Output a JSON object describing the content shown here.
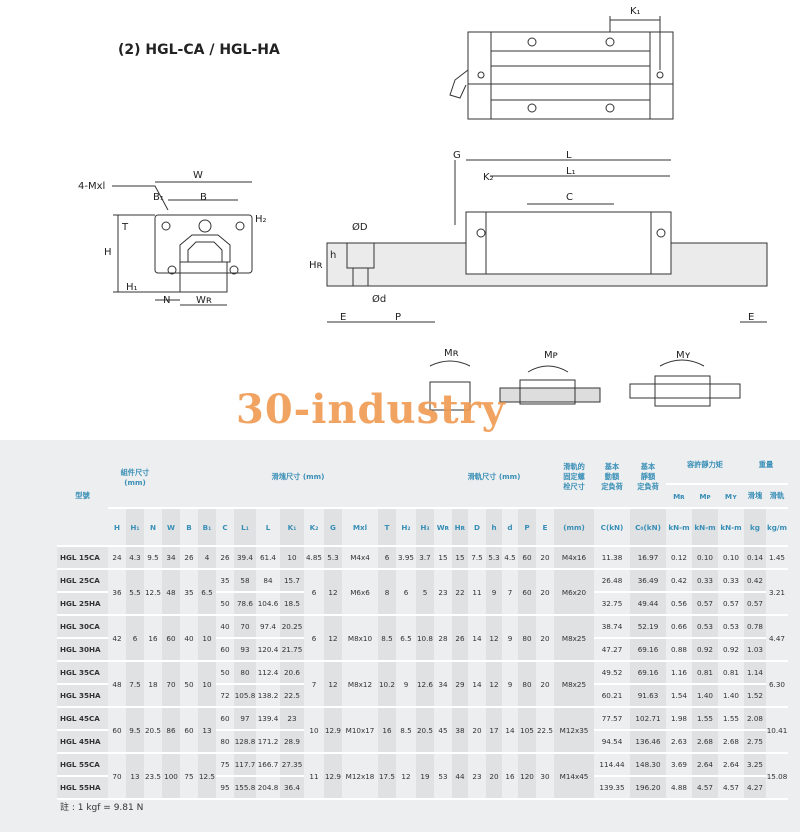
{
  "title": "(2)  HGL-CA / HGL-HA",
  "watermark": "30-industry",
  "drawing_labels": {
    "K1": "K₁",
    "W": "W",
    "B1": "B₁",
    "B": "B",
    "mxl": "4-Mxl",
    "T": "T",
    "H": "H",
    "H1": "H₁",
    "H2": "H₂",
    "N": "N",
    "WR": "Wʀ",
    "D": "ØD",
    "h": "h",
    "HR": "Hʀ",
    "d": "Ød",
    "E": "E",
    "P": "P",
    "G": "G",
    "K2": "K₂",
    "L": "L",
    "L1": "L₁",
    "C": "C",
    "MR": "Mʀ",
    "MP": "Mᴘ",
    "MY": "Mʏ"
  },
  "table": {
    "header": {
      "model": "型號",
      "assembly": "組件尺寸\n(mm)",
      "block": "滑塊尺寸 (mm)",
      "rail": "滑軌尺寸 (mm)",
      "bolt": "滑軌的\n固定螺\n栓尺寸",
      "dyn": "基本\n動額\n定負荷",
      "stat": "基本\n靜額\n定負荷",
      "moment": "容許靜力矩",
      "weight": "重量",
      "MR": "Mʀ",
      "MP": "Mᴘ",
      "MY": "Mʏ",
      "w_block": "滑塊",
      "w_rail": "滑軌"
    },
    "columns": [
      "H",
      "H₁",
      "N",
      "W",
      "B",
      "B₁",
      "C",
      "L₁",
      "L",
      "K₁",
      "K₂",
      "G",
      "Mxl",
      "T",
      "H₂",
      "H₃",
      "Wʀ",
      "Hʀ",
      "D",
      "h",
      "d",
      "P",
      "E",
      "(mm)",
      "C(kN)",
      "C₀(kN)",
      "kN-m",
      "kN-m",
      "kN-m",
      "kg",
      "kg/m"
    ],
    "groups": [
      {
        "shared": {
          "H": "24",
          "H1": "4.3",
          "N": "9.5",
          "W": "34",
          "B": "26",
          "B1": "4",
          "K2": "4.85",
          "G": "5.3",
          "Mxl": "M4x4",
          "T": "6",
          "H2": "3.95",
          "H3": "3.7",
          "WR": "15",
          "HR": "15",
          "D": "7.5",
          "h": "5.3",
          "d": "4.5",
          "P": "60",
          "E": "20",
          "bolt": "M4x16",
          "kgm": "1.45"
        },
        "variants": [
          {
            "model": "HGL 15CA",
            "C": "26",
            "L1": "39.4",
            "L": "61.4",
            "K1": "10",
            "Ck": "11.38",
            "C0": "16.97",
            "MR": "0.12",
            "MP": "0.10",
            "MY": "0.10",
            "kg": "0.14"
          }
        ]
      },
      {
        "shared": {
          "H": "36",
          "H1": "5.5",
          "N": "12.5",
          "W": "48",
          "B": "35",
          "B1": "6.5",
          "K2": "6",
          "G": "12",
          "Mxl": "M6x6",
          "T": "8",
          "H2": "6",
          "H3": "5",
          "WR": "23",
          "HR": "22",
          "D": "11",
          "h": "9",
          "d": "7",
          "P": "60",
          "E": "20",
          "bolt": "M6x20",
          "kgm": "3.21"
        },
        "variants": [
          {
            "model": "HGL 25CA",
            "C": "35",
            "L1": "58",
            "L": "84",
            "K1": "15.7",
            "Ck": "26.48",
            "C0": "36.49",
            "MR": "0.42",
            "MP": "0.33",
            "MY": "0.33",
            "kg": "0.42"
          },
          {
            "model": "HGL 25HA",
            "C": "50",
            "L1": "78.6",
            "L": "104.6",
            "K1": "18.5",
            "Ck": "32.75",
            "C0": "49.44",
            "MR": "0.56",
            "MP": "0.57",
            "MY": "0.57",
            "kg": "0.57"
          }
        ]
      },
      {
        "shared": {
          "H": "42",
          "H1": "6",
          "N": "16",
          "W": "60",
          "B": "40",
          "B1": "10",
          "K2": "6",
          "G": "12",
          "Mxl": "M8x10",
          "T": "8.5",
          "H2": "6.5",
          "H3": "10.8",
          "WR": "28",
          "HR": "26",
          "D": "14",
          "h": "12",
          "d": "9",
          "P": "80",
          "E": "20",
          "bolt": "M8x25",
          "kgm": "4.47"
        },
        "variants": [
          {
            "model": "HGL 30CA",
            "C": "40",
            "L1": "70",
            "L": "97.4",
            "K1": "20.25",
            "Ck": "38.74",
            "C0": "52.19",
            "MR": "0.66",
            "MP": "0.53",
            "MY": "0.53",
            "kg": "0.78"
          },
          {
            "model": "HGL 30HA",
            "C": "60",
            "L1": "93",
            "L": "120.4",
            "K1": "21.75",
            "Ck": "47.27",
            "C0": "69.16",
            "MR": "0.88",
            "MP": "0.92",
            "MY": "0.92",
            "kg": "1.03"
          }
        ]
      },
      {
        "shared": {
          "H": "48",
          "H1": "7.5",
          "N": "18",
          "W": "70",
          "B": "50",
          "B1": "10",
          "K2": "7",
          "G": "12",
          "Mxl": "M8x12",
          "T": "10.2",
          "H2": "9",
          "H3": "12.6",
          "WR": "34",
          "HR": "29",
          "D": "14",
          "h": "12",
          "d": "9",
          "P": "80",
          "E": "20",
          "bolt": "M8x25",
          "kgm": "6.30"
        },
        "variants": [
          {
            "model": "HGL 35CA",
            "C": "50",
            "L1": "80",
            "L": "112.4",
            "K1": "20.6",
            "Ck": "49.52",
            "C0": "69.16",
            "MR": "1.16",
            "MP": "0.81",
            "MY": "0.81",
            "kg": "1.14"
          },
          {
            "model": "HGL 35HA",
            "C": "72",
            "L1": "105.8",
            "L": "138.2",
            "K1": "22.5",
            "Ck": "60.21",
            "C0": "91.63",
            "MR": "1.54",
            "MP": "1.40",
            "MY": "1.40",
            "kg": "1.52"
          }
        ]
      },
      {
        "shared": {
          "H": "60",
          "H1": "9.5",
          "N": "20.5",
          "W": "86",
          "B": "60",
          "B1": "13",
          "K2": "10",
          "G": "12.9",
          "Mxl": "M10x17",
          "T": "16",
          "H2": "8.5",
          "H3": "20.5",
          "WR": "45",
          "HR": "38",
          "D": "20",
          "h": "17",
          "d": "14",
          "P": "105",
          "E": "22.5",
          "bolt": "M12x35",
          "kgm": "10.41"
        },
        "variants": [
          {
            "model": "HGL 45CA",
            "C": "60",
            "L1": "97",
            "L": "139.4",
            "K1": "23",
            "Ck": "77.57",
            "C0": "102.71",
            "MR": "1.98",
            "MP": "1.55",
            "MY": "1.55",
            "kg": "2.08"
          },
          {
            "model": "HGL 45HA",
            "C": "80",
            "L1": "128.8",
            "L": "171.2",
            "K1": "28.9",
            "Ck": "94.54",
            "C0": "136.46",
            "MR": "2.63",
            "MP": "2.68",
            "MY": "2.68",
            "kg": "2.75"
          }
        ]
      },
      {
        "shared": {
          "H": "70",
          "H1": "13",
          "N": "23.5",
          "W": "100",
          "B": "75",
          "B1": "12.5",
          "K2": "11",
          "G": "12.9",
          "Mxl": "M12x18",
          "T": "17.5",
          "H2": "12",
          "H3": "19",
          "WR": "53",
          "HR": "44",
          "D": "23",
          "h": "20",
          "d": "16",
          "P": "120",
          "E": "30",
          "bolt": "M14x45",
          "kgm": "15.08"
        },
        "variants": [
          {
            "model": "HGL 55CA",
            "C": "75",
            "L1": "117.7",
            "L": "166.7",
            "K1": "27.35",
            "Ck": "114.44",
            "C0": "148.30",
            "MR": "3.69",
            "MP": "2.64",
            "MY": "2.64",
            "kg": "3.25"
          },
          {
            "model": "HGL 55HA",
            "C": "95",
            "L1": "155.8",
            "L": "204.8",
            "K1": "36.4",
            "Ck": "139.35",
            "C0": "196.20",
            "MR": "4.88",
            "MP": "4.57",
            "MY": "4.57",
            "kg": "4.27"
          }
        ]
      }
    ],
    "note": "註 : 1 kgf = 9.81 N"
  },
  "colors": {
    "header_text": "#3a8fb7",
    "watermark": "#f09a52",
    "table_bg": "#eceeef",
    "shade": "#dfe1e2"
  }
}
